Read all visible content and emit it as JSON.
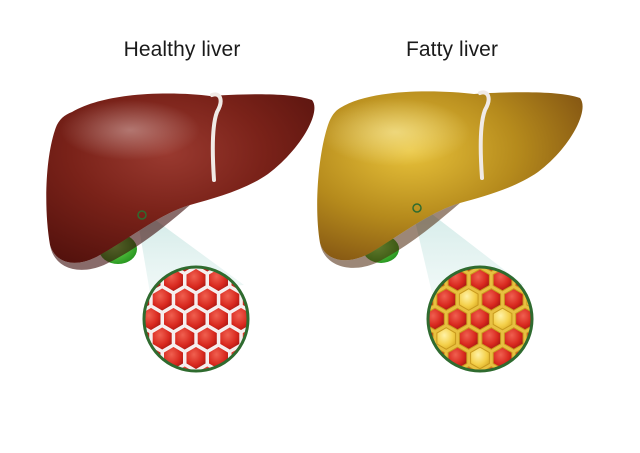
{
  "labels": {
    "healthy": "Healthy liver",
    "fatty": "Fatty liver"
  },
  "colors": {
    "healthy_liver": "#6e1a14",
    "fatty_liver": "#b8921e",
    "gallbladder": "#3fbf2a",
    "ligament": "#f0eae6",
    "hepatocyte": "#d8281e",
    "fat_droplet": "#f4d04a",
    "lens_border": "#2f6b2f"
  },
  "panels": [
    {
      "key": "healthy",
      "fat_cells": false
    },
    {
      "key": "fatty",
      "fat_cells": true
    }
  ]
}
